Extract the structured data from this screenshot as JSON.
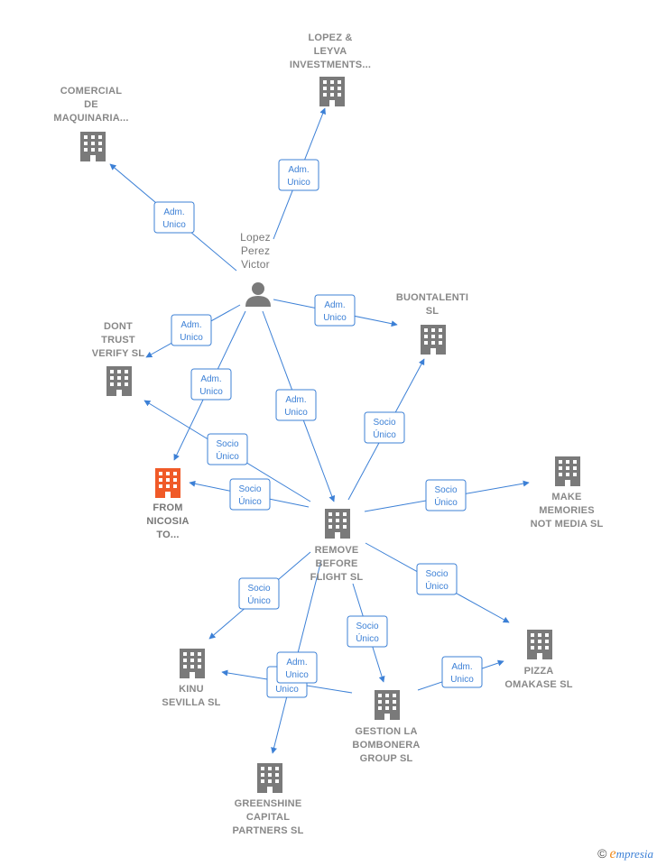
{
  "colors": {
    "edge": "#3c80d6",
    "company": "#7a7a7a",
    "company_highlight": "#f05a28",
    "person": "#7a7a7a",
    "label": "#888888"
  },
  "nodes": [
    {
      "id": "lopez_leyva",
      "type": "company",
      "icon": "building-icon",
      "lines": [
        "LOPEZ &",
        "LEYVA",
        "INVESTMENTS..."
      ]
    },
    {
      "id": "comercial",
      "type": "company",
      "icon": "building-icon",
      "lines": [
        "COMERCIAL",
        "DE",
        "MAQUINARIA..."
      ]
    },
    {
      "id": "lopez_perez",
      "type": "person",
      "icon": "person-icon",
      "lines": [
        "Lopez",
        "Perez",
        "Victor"
      ]
    },
    {
      "id": "buontalenti",
      "type": "company",
      "icon": "building-icon",
      "lines": [
        "BUONTALENTI",
        "SL"
      ]
    },
    {
      "id": "dont_trust",
      "type": "company",
      "icon": "building-icon",
      "lines": [
        "DONT",
        "TRUST",
        "VERIFY  SL"
      ]
    },
    {
      "id": "from_nicosia",
      "type": "company",
      "icon": "building-icon",
      "highlight": true,
      "lines": [
        "FROM",
        "NICOSIA",
        "TO..."
      ]
    },
    {
      "id": "remove_before",
      "type": "company",
      "icon": "building-icon",
      "lines": [
        "REMOVE",
        "BEFORE",
        "FLIGHT  SL"
      ]
    },
    {
      "id": "make_memories",
      "type": "company",
      "icon": "building-icon",
      "lines": [
        "MAKE",
        "MEMORIES",
        "NOT MEDIA  SL"
      ]
    },
    {
      "id": "pizza",
      "type": "company",
      "icon": "building-icon",
      "lines": [
        "PIZZA",
        "OMAKASE  SL"
      ]
    },
    {
      "id": "kinu",
      "type": "company",
      "icon": "building-icon",
      "lines": [
        "KINU",
        "SEVILLA  SL"
      ]
    },
    {
      "id": "gestion",
      "type": "company",
      "icon": "building-icon",
      "lines": [
        "GESTION LA",
        "BOMBONERA",
        "GROUP  SL"
      ]
    },
    {
      "id": "greenshine",
      "type": "company",
      "icon": "building-icon",
      "lines": [
        "GREENSHINE",
        "CAPITAL",
        "PARTNERS  SL"
      ]
    }
  ],
  "edges": [
    {
      "from": "lopez_perez",
      "to": "lopez_leyva",
      "lines": [
        "Adm.",
        "Unico"
      ]
    },
    {
      "from": "lopez_perez",
      "to": "comercial",
      "lines": [
        "Adm.",
        "Unico"
      ]
    },
    {
      "from": "lopez_perez",
      "to": "buontalenti",
      "lines": [
        "Adm.",
        "Unico"
      ]
    },
    {
      "from": "lopez_perez",
      "to": "dont_trust",
      "lines": [
        "Adm.",
        "Unico"
      ]
    },
    {
      "from": "lopez_perez",
      "to": "from_nicosia",
      "lines": [
        "Adm.",
        "Unico"
      ]
    },
    {
      "from": "lopez_perez",
      "to": "remove_before",
      "lines": [
        "Adm.",
        "Unico"
      ]
    },
    {
      "from": "remove_before",
      "to": "dont_trust",
      "lines": [
        "Socio",
        "Único"
      ]
    },
    {
      "from": "remove_before",
      "to": "from_nicosia",
      "lines": [
        "Socio",
        "Único"
      ]
    },
    {
      "from": "remove_before",
      "to": "buontalenti",
      "lines": [
        "Socio",
        "Único"
      ]
    },
    {
      "from": "remove_before",
      "to": "make_memories",
      "lines": [
        "Socio",
        "Único"
      ]
    },
    {
      "from": "remove_before",
      "to": "pizza",
      "lines": [
        "Socio",
        "Único"
      ]
    },
    {
      "from": "remove_before",
      "to": "kinu",
      "lines": [
        "Socio",
        "Único"
      ]
    },
    {
      "from": "remove_before",
      "to": "gestion",
      "lines": [
        "Socio",
        "Único"
      ]
    },
    {
      "from": "gestion",
      "to": "kinu",
      "lines": [
        "Adm.",
        "Unico"
      ]
    },
    {
      "from": "remove_before",
      "to": "greenshine",
      "lines": [
        "Adm.",
        "Unico"
      ]
    },
    {
      "from": "gestion",
      "to": "pizza",
      "lines": [
        "Adm.",
        "Unico"
      ]
    }
  ],
  "watermark": {
    "symbol": "©",
    "initial": "e",
    "rest": "mpresia"
  }
}
